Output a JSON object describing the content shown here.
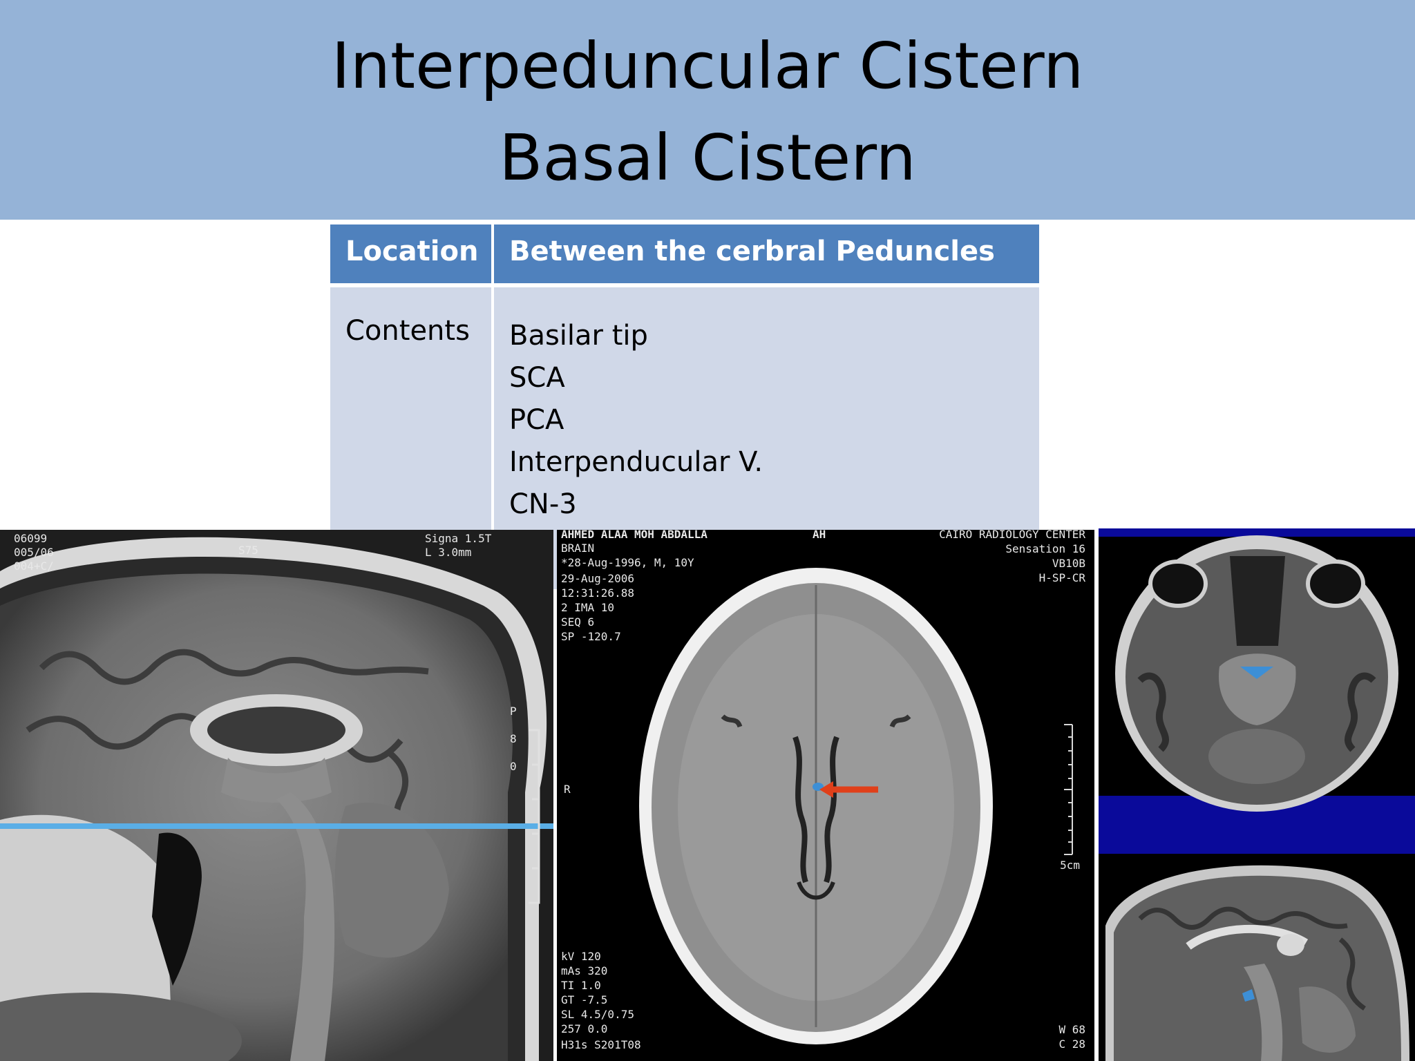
{
  "slide": {
    "title_line1": "Interpeduncular Cistern",
    "title_line2": "Basal Cistern"
  },
  "table": {
    "header": {
      "label": "Location",
      "value": "Between the cerbral Peduncles"
    },
    "row": {
      "label": "Contents",
      "items": [
        "Basilar tip",
        "SCA",
        "PCA",
        "Interpenducular V.",
        "CN-3"
      ]
    }
  },
  "sagittal_mri": {
    "overlay_left": [
      "06099",
      "005/06",
      "004+C/"
    ],
    "slice": "S75",
    "overlay_right": [
      "Signa 1.5T",
      "L  3.0mm"
    ],
    "scale_letters": [
      "P",
      "8",
      "0"
    ]
  },
  "ct_scan": {
    "header_left": [
      "AHMED ALAA MOH ABDALLA",
      "BRAIN",
      "*28-Aug-1996, M, 10Y",
      "29-Aug-2006",
      "12:31:26.88",
      "2 IMA 10",
      "SEQ 6",
      "SP -120.7"
    ],
    "header_mid": "AH",
    "header_right": [
      "CAIRO RADIOLOGY CENTER",
      "Sensation 16",
      "VB10B",
      "H-SP-CR"
    ],
    "side_marker": "R",
    "scale_label": "5cm",
    "footer_left": [
      "kV 120",
      "mAs 320",
      "TI 1.0",
      "GT -7.5",
      "SL 4.5/0.75",
      "257 0.0",
      "H31s S201T08"
    ],
    "footer_right": [
      "W   68",
      "C   28"
    ],
    "arrow_color": "#e0401a"
  },
  "colors": {
    "title_band": "#95b3d7",
    "table_header": "#4f81bd",
    "table_body": "#d0d8e8",
    "reference_line": "#5aaee6",
    "cistern_highlight": "#3d8fd6"
  }
}
